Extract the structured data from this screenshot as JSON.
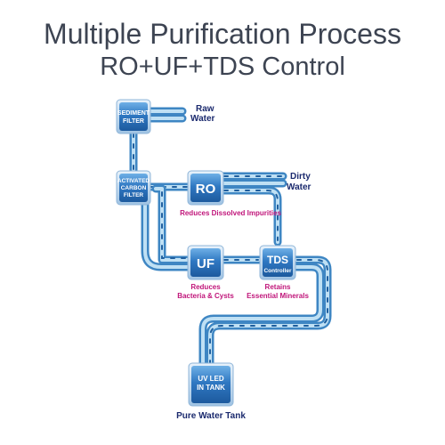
{
  "title": "Multiple Purification Process",
  "subtitle": "RO+UF+TDS Control",
  "colors": {
    "title_text": "#3d4452",
    "pipe": "#3e86c3",
    "box": "#2a70b8",
    "dark_label": "#1b2a6e",
    "pink_label": "#c0157a"
  },
  "nodes": {
    "sediment": {
      "line1": "SEDIMENT",
      "line2": "FILTER"
    },
    "carbon": {
      "line1": "ACTIVATED",
      "line2": "CARBON",
      "line3": "FILTER"
    },
    "ro": {
      "label": "RO"
    },
    "uf": {
      "label": "UF"
    },
    "tds": {
      "label": "TDS",
      "sublabel": "Controller"
    },
    "uv": {
      "line1": "UV LED",
      "line2": "IN TANK"
    }
  },
  "labels": {
    "raw_water_1": "Raw",
    "raw_water_2": "Water",
    "dirty_water_1": "Dirty",
    "dirty_water_2": "Water",
    "ro_desc": "Reduces Dissolved Impurities",
    "uf_desc_1": "Reduces",
    "uf_desc_2": "Bacteria & Cysts",
    "tds_desc_1": "Retains",
    "tds_desc_2": "Essential Minerals",
    "tank": "Pure Water Tank"
  }
}
